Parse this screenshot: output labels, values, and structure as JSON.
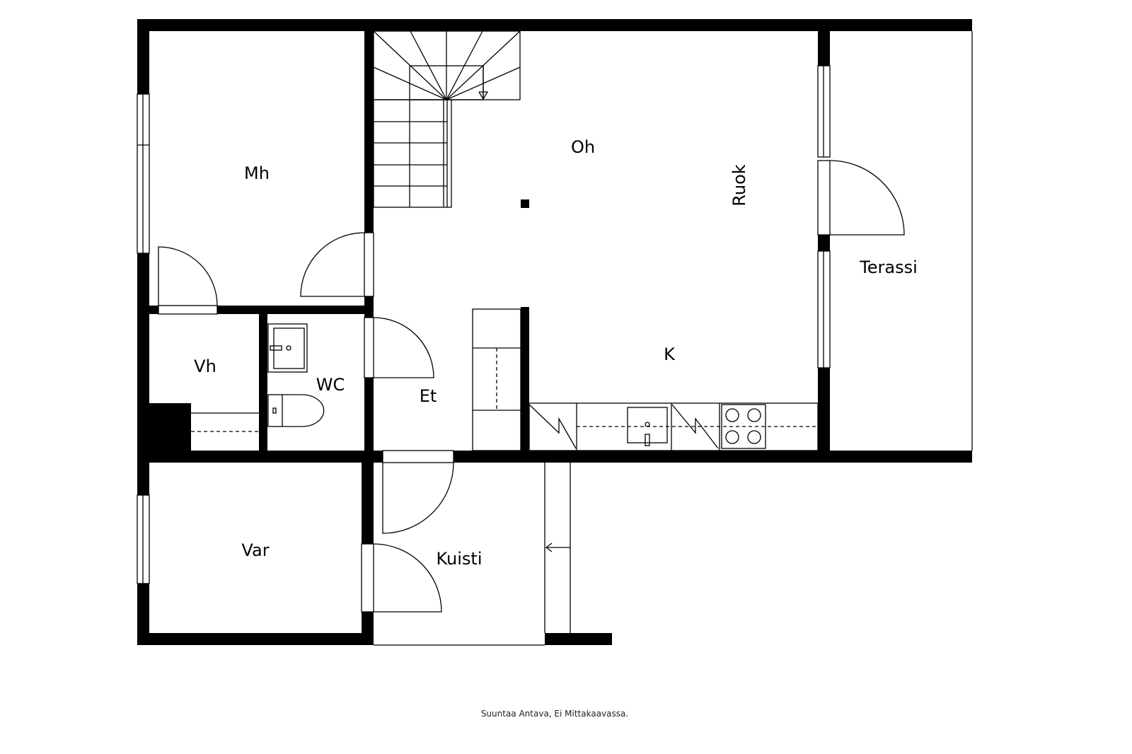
{
  "rooms": {
    "mh": "Mh",
    "oh": "Oh",
    "ruok": "Ruok",
    "terassi": "Terassi",
    "vh": "Vh",
    "wc": "WC",
    "et": "Et",
    "k": "K",
    "var": "Var",
    "kuisti": "Kuisti"
  },
  "footer": "Suuntaa Antava, Ei Mittakaavassa."
}
